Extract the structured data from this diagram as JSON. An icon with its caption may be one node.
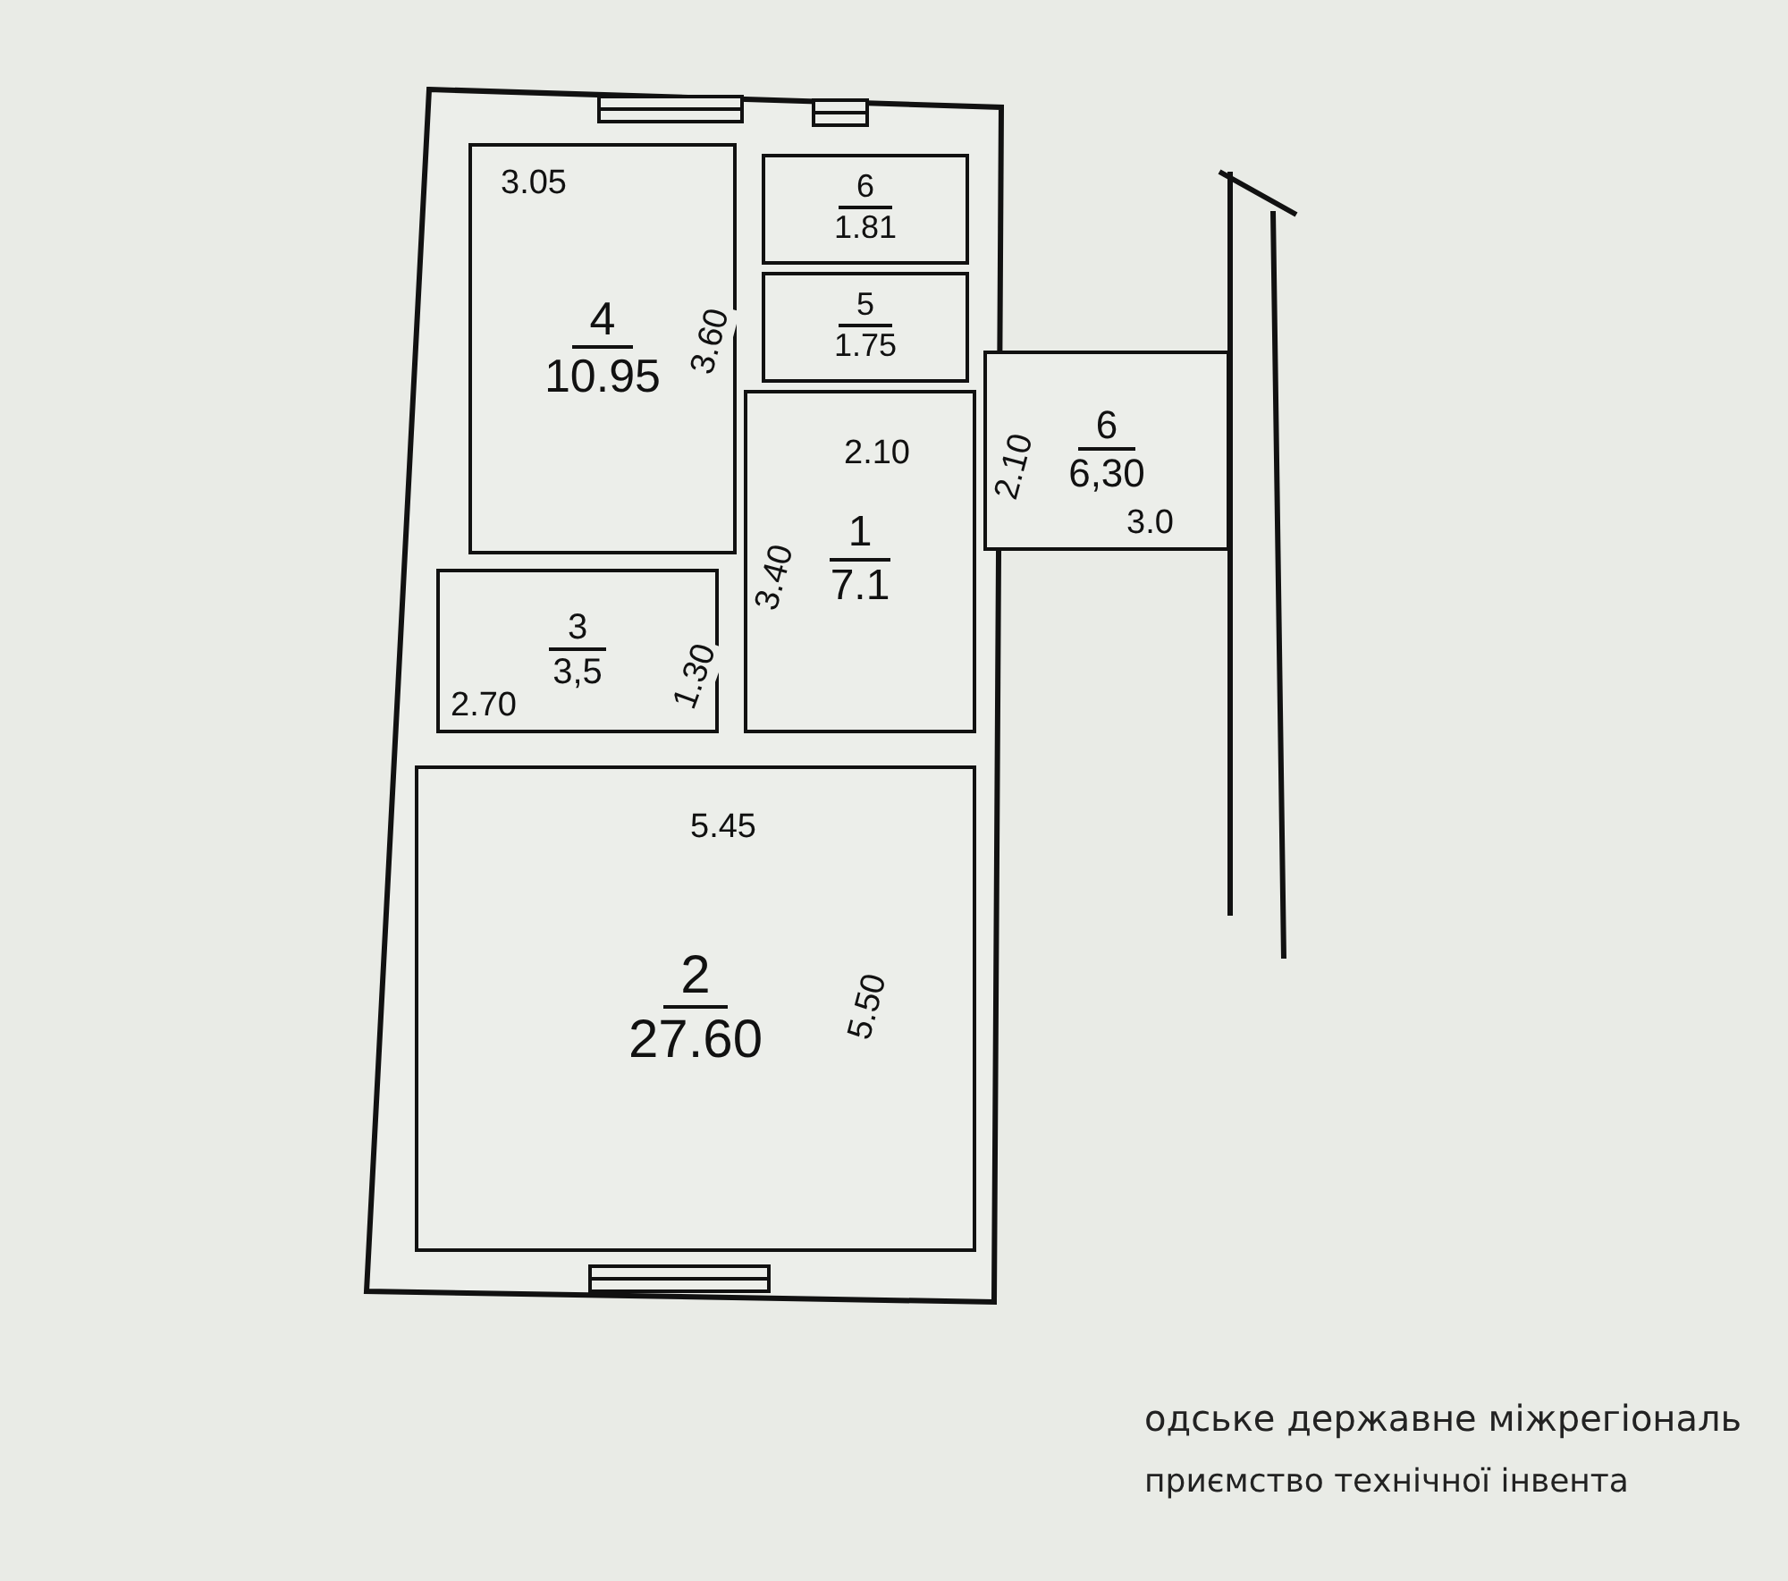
{
  "diagram": {
    "nodes": [
      {
        "text": [
          "4",
          "10.95"
        ]
      },
      {
        "text": [
          "6",
          "1.81"
        ]
      },
      {
        "text": [
          "5",
          "1.75"
        ]
      },
      {
        "text": [
          "1",
          "7.1"
        ]
      },
      {
        "text": [
          "3",
          "3,5"
        ]
      },
      {
        "text": [
          "2",
          "27.60"
        ]
      },
      {
        "text": [
          "6",
          "6,30"
        ]
      }
    ],
    "edges": [],
    "labels": [
      "3.05",
      "3.60",
      "2.10",
      "3.40",
      "1.30",
      "2.70",
      "5.45",
      "5.50",
      "3.0",
      "2.10",
      "одське державне міжрегіональ",
      "приємство технічної інвента"
    ]
  }
}
